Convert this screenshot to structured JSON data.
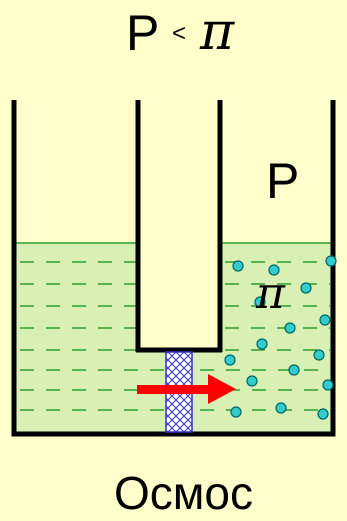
{
  "top_formula": {
    "left": "P",
    "operator": "<",
    "right": "π"
  },
  "right_chamber_label": "P",
  "osmotic_pressure_label": "π",
  "caption": "Осмос",
  "colors": {
    "background": "#FFFFCC",
    "solution": "#D9F0B4",
    "dash": "#2E9E2E",
    "particle": "#33CCCC",
    "arrow": "#FF0000",
    "membrane": "#3333CC"
  }
}
